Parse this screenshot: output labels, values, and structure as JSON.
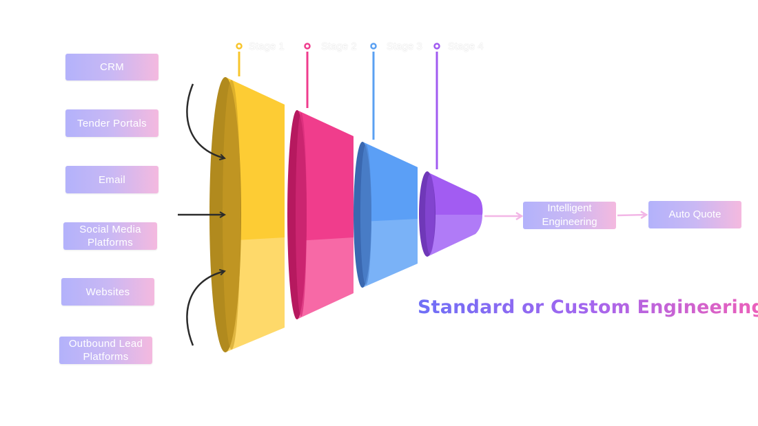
{
  "sources": [
    "CRM",
    "Tender Portals",
    "Email",
    "Social Media Platforms",
    "Websites",
    "Outbound Lead Platforms"
  ],
  "stages": [
    {
      "label": "Stage 1",
      "color": "#f8c52b"
    },
    {
      "label": "Stage 2",
      "color": "#ef3c8d"
    },
    {
      "label": "Stage 3",
      "color": "#5aa0f2"
    },
    {
      "label": "Stage 4",
      "color": "#a05af0"
    }
  ],
  "outputs": {
    "intelligent": "Intelligent Engineering",
    "auto_quote": "Auto Quote"
  },
  "headline": "Standard or Custom Engineering",
  "colors": {
    "box_gradient_start": "#b3b2fb",
    "box_gradient_end": "#f4b9df",
    "headline_start": "#6e6ff6",
    "headline_end": "#ee5fb8"
  }
}
